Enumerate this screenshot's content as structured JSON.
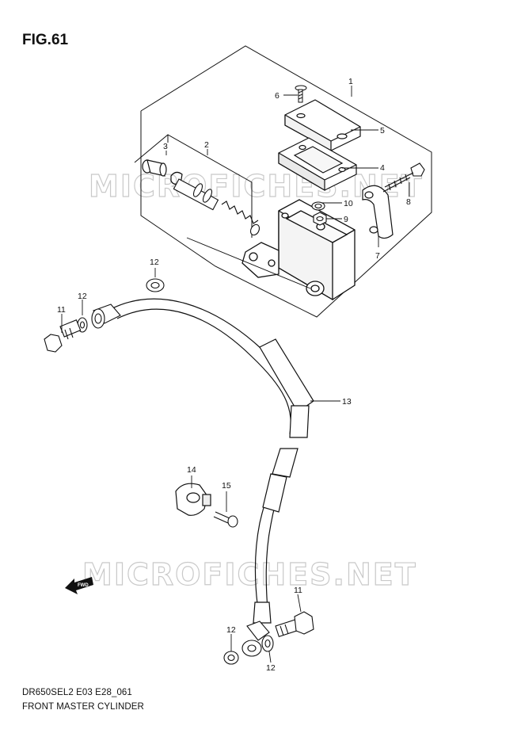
{
  "figure": {
    "title": "FIG.61"
  },
  "watermark": "MICROFICHES.NET",
  "direction_arrow": "FWD",
  "callouts": [
    "1",
    "2",
    "3",
    "4",
    "5",
    "6",
    "7",
    "8",
    "9",
    "10",
    "11",
    "12",
    "13",
    "14",
    "15"
  ],
  "callouts_extra": {
    "11b": "11",
    "12b": "12",
    "12c": "12",
    "12d": "12"
  },
  "footer": {
    "code": "DR650SEL2 E03 E28_061",
    "name": "FRONT MASTER CYLINDER"
  }
}
